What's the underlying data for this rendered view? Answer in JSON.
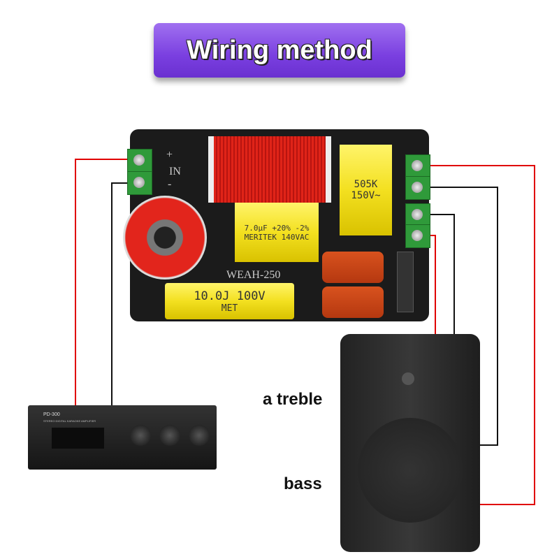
{
  "title": "Wiring method",
  "board": {
    "model": "WEAH-250",
    "input_label": "IN",
    "plus": "+",
    "minus": "-",
    "cap_large": {
      "line1": "10.0J 100V",
      "line2": "MET"
    },
    "cap_mid": {
      "line1": "7.0μF +20% -2%",
      "line2": "MERITEK 140VAC"
    },
    "cap_right": {
      "line1": "505K",
      "line2": "150V~"
    }
  },
  "amplifier": {
    "model": "PD-300",
    "subtitle": "STEREO DIGITAL KARAOKE AMPLIFIER"
  },
  "labels": {
    "treble": "a treble",
    "bass": "bass"
  },
  "colors": {
    "positive_wire": "#e00000",
    "negative_wire": "#111111",
    "title_bg": "#7a3fe0"
  }
}
